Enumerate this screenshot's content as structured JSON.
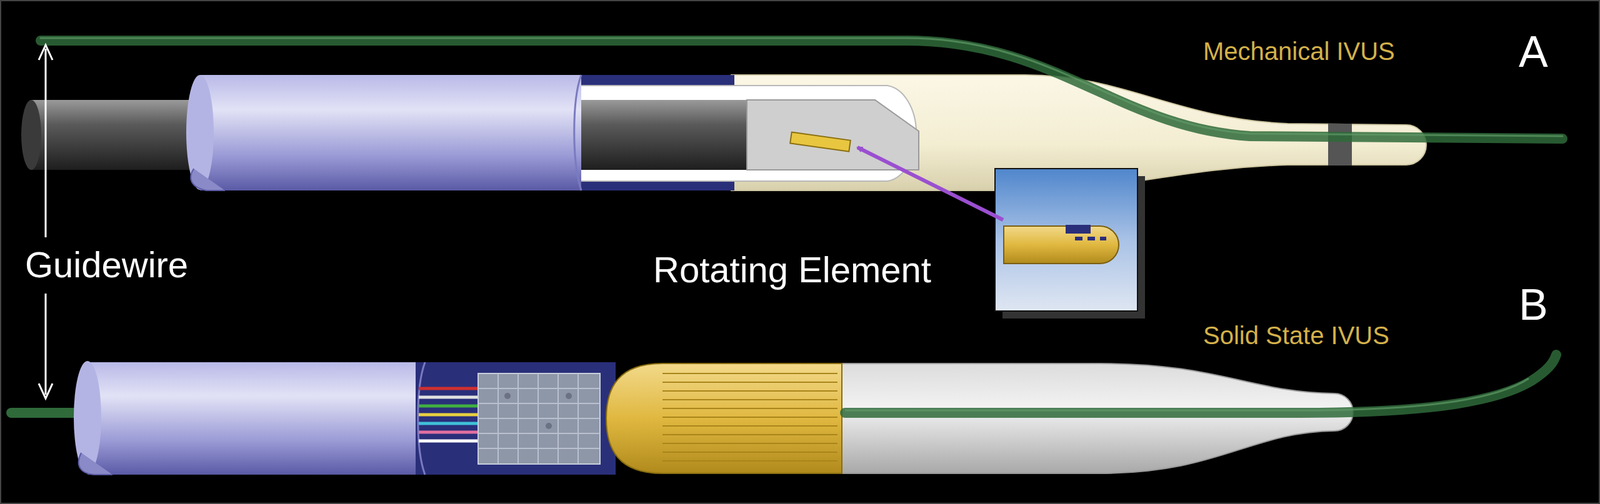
{
  "diagram": {
    "labels": [
      "Mechanical IVUS",
      "A",
      "Guidewire",
      "Rotating Element",
      "B",
      "Solid State IVUS"
    ]
  }
}
